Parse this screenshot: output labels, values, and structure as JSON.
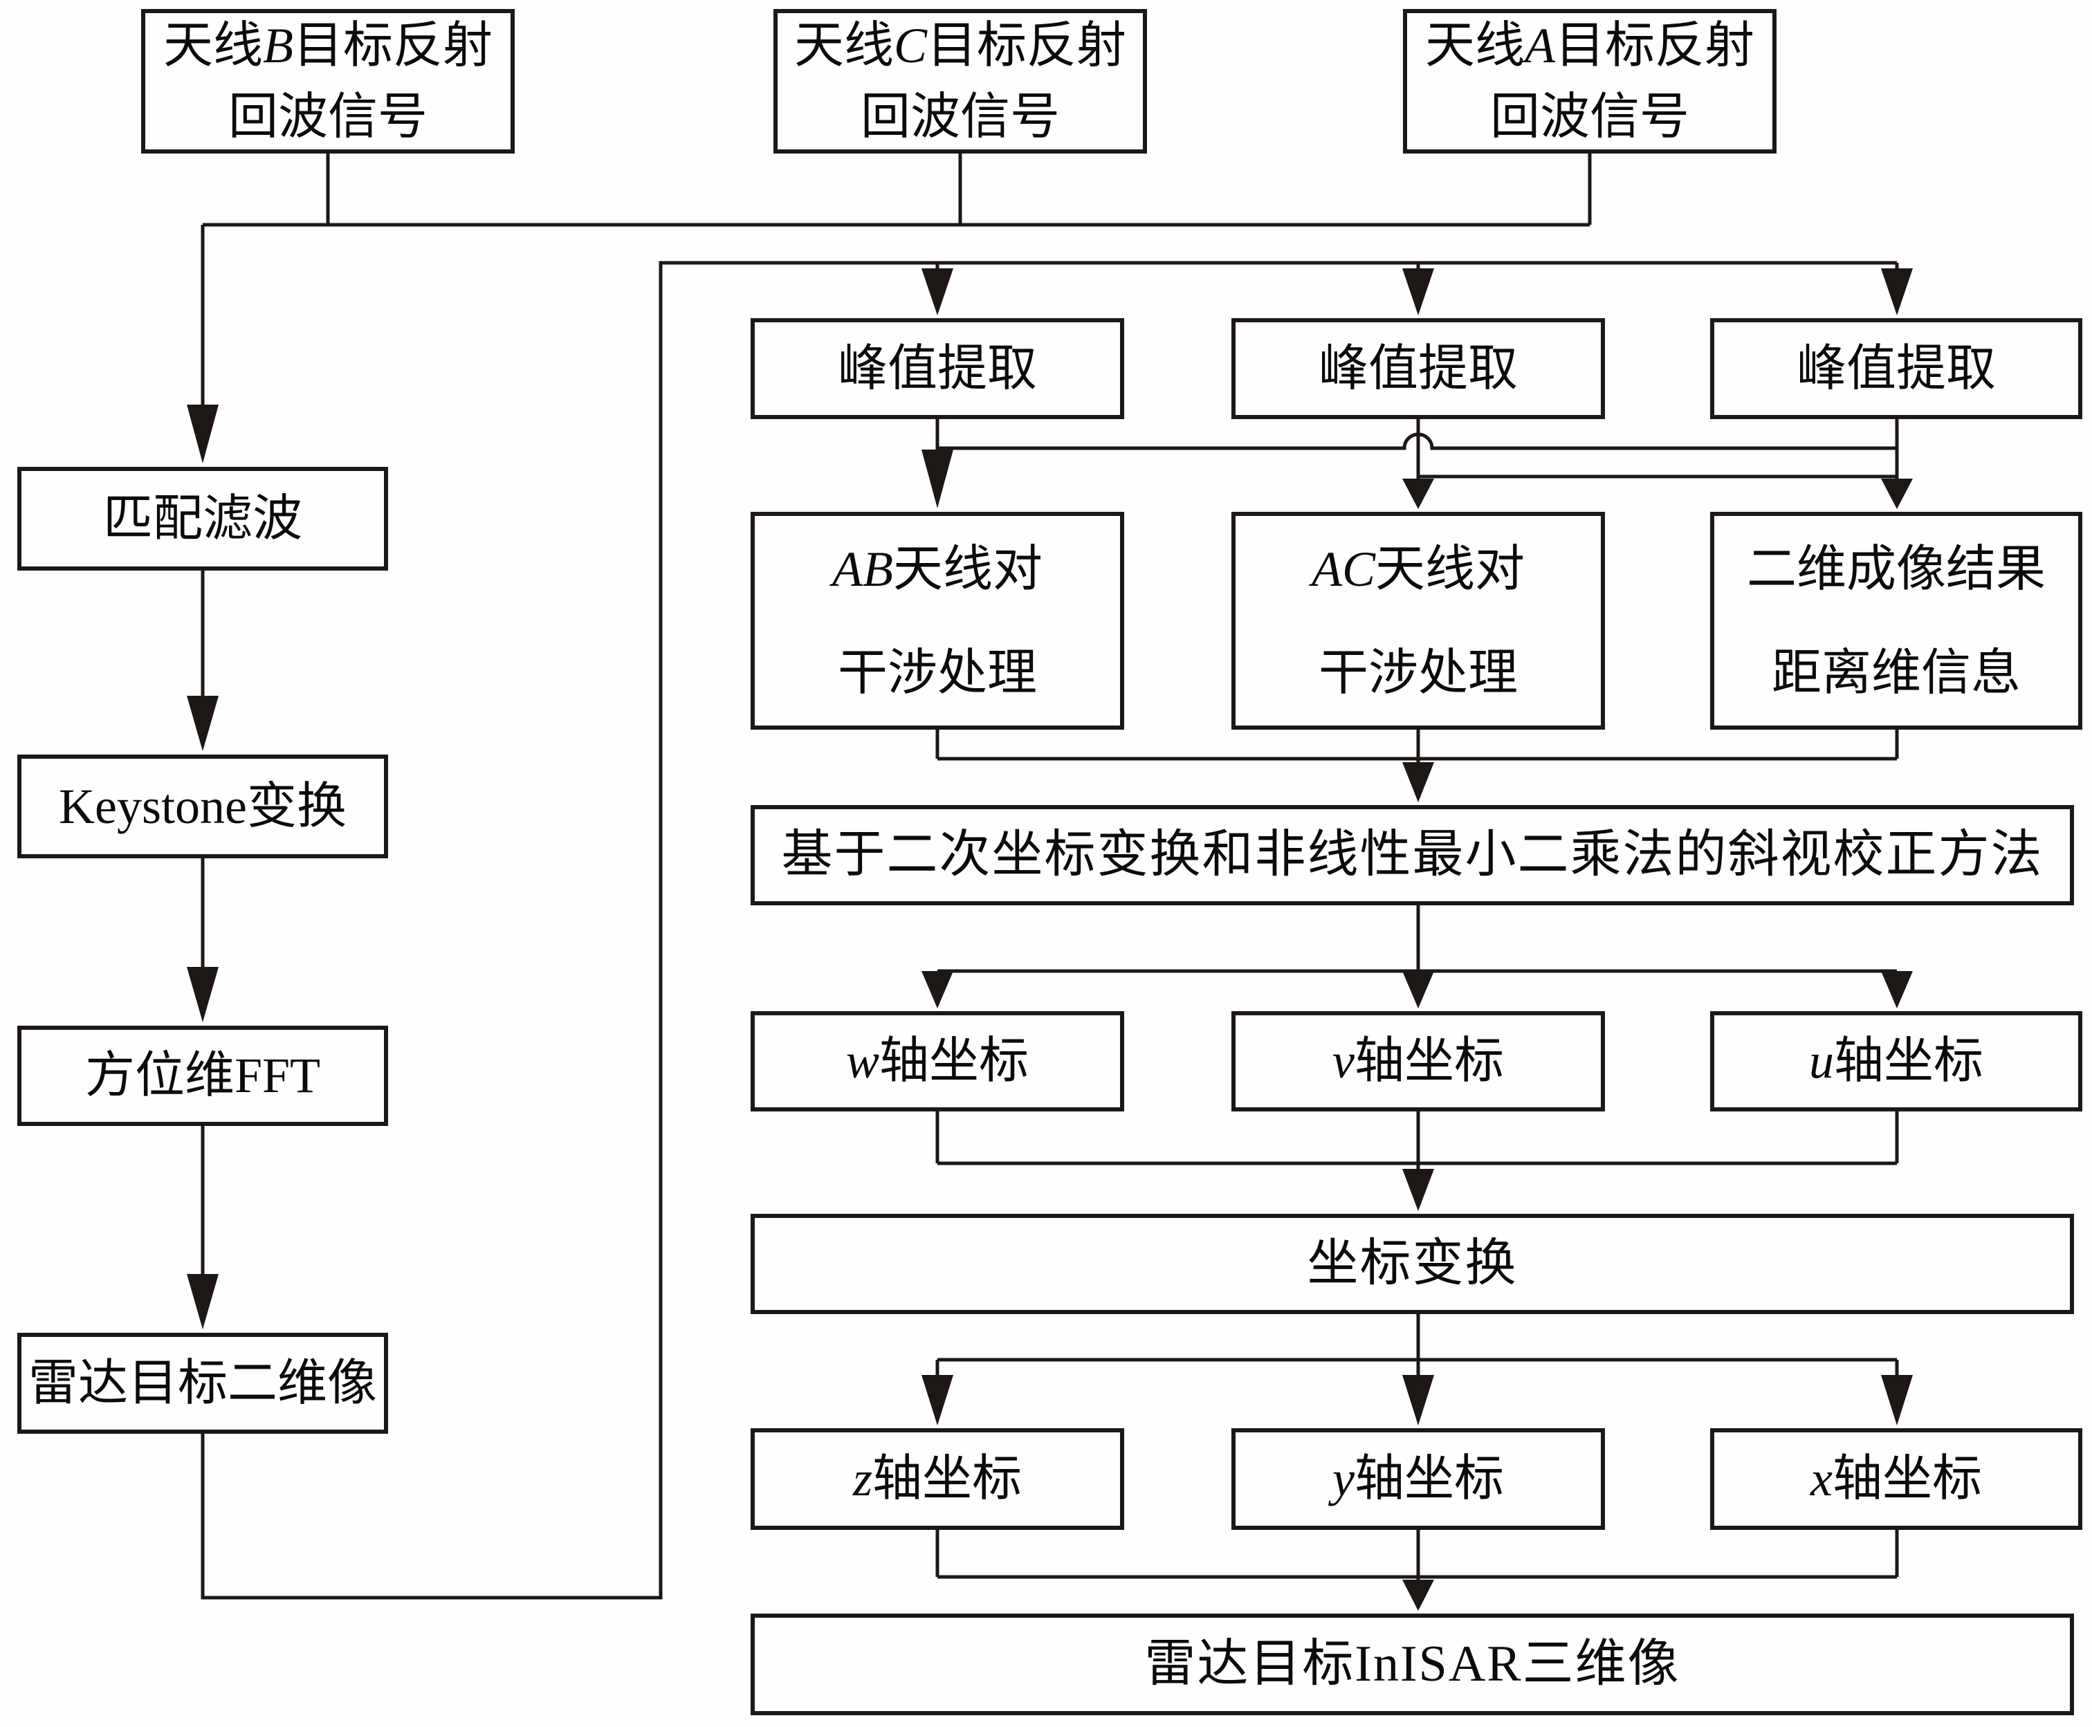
{
  "colors": {
    "ink": "#1d1816",
    "background": "#fefefe",
    "text": "#0d0a0a"
  },
  "nodes": {
    "antenna_b": {
      "pre": "天线",
      "var": "B",
      "post": "目标反射",
      "line2": "回波信号"
    },
    "antenna_c": {
      "pre": "天线",
      "var": "C",
      "post": "目标反射",
      "line2": "回波信号"
    },
    "antenna_a": {
      "pre": "天线",
      "var": "A",
      "post": "目标反射",
      "line2": "回波信号"
    },
    "matched_filter": {
      "label": "匹配滤波"
    },
    "keystone": {
      "label": "Keystone变换"
    },
    "azimuth_fft": {
      "label": "方位维FFT"
    },
    "radar_2d_image": {
      "label": "雷达目标二维像"
    },
    "peak_extract_1": {
      "label": "峰值提取"
    },
    "peak_extract_2": {
      "label": "峰值提取"
    },
    "peak_extract_3": {
      "label": "峰值提取"
    },
    "ab_interferometry": {
      "var": "AB",
      "post": "天线对",
      "line2": "干涉处理"
    },
    "ac_interferometry": {
      "var": "AC",
      "post": "天线对",
      "line2": "干涉处理"
    },
    "range_info": {
      "label": "二维成像结果\n距离维信息"
    },
    "squint_correction": {
      "label": "基于二次坐标变换和非线性最小二乘法的斜视校正方法"
    },
    "w_axis": {
      "var": "w",
      "post": "轴坐标"
    },
    "v_axis": {
      "var": "v",
      "post": "轴坐标"
    },
    "u_axis": {
      "var": "u",
      "post": "轴坐标"
    },
    "coord_transform": {
      "label": "坐标变换"
    },
    "z_axis": {
      "var": "z",
      "post": "轴坐标"
    },
    "y_axis": {
      "var": "y",
      "post": "轴坐标"
    },
    "x_axis": {
      "var": "x",
      "post": "轴坐标"
    },
    "inisar_3d_image": {
      "label": "雷达目标InISAR三维像"
    }
  }
}
